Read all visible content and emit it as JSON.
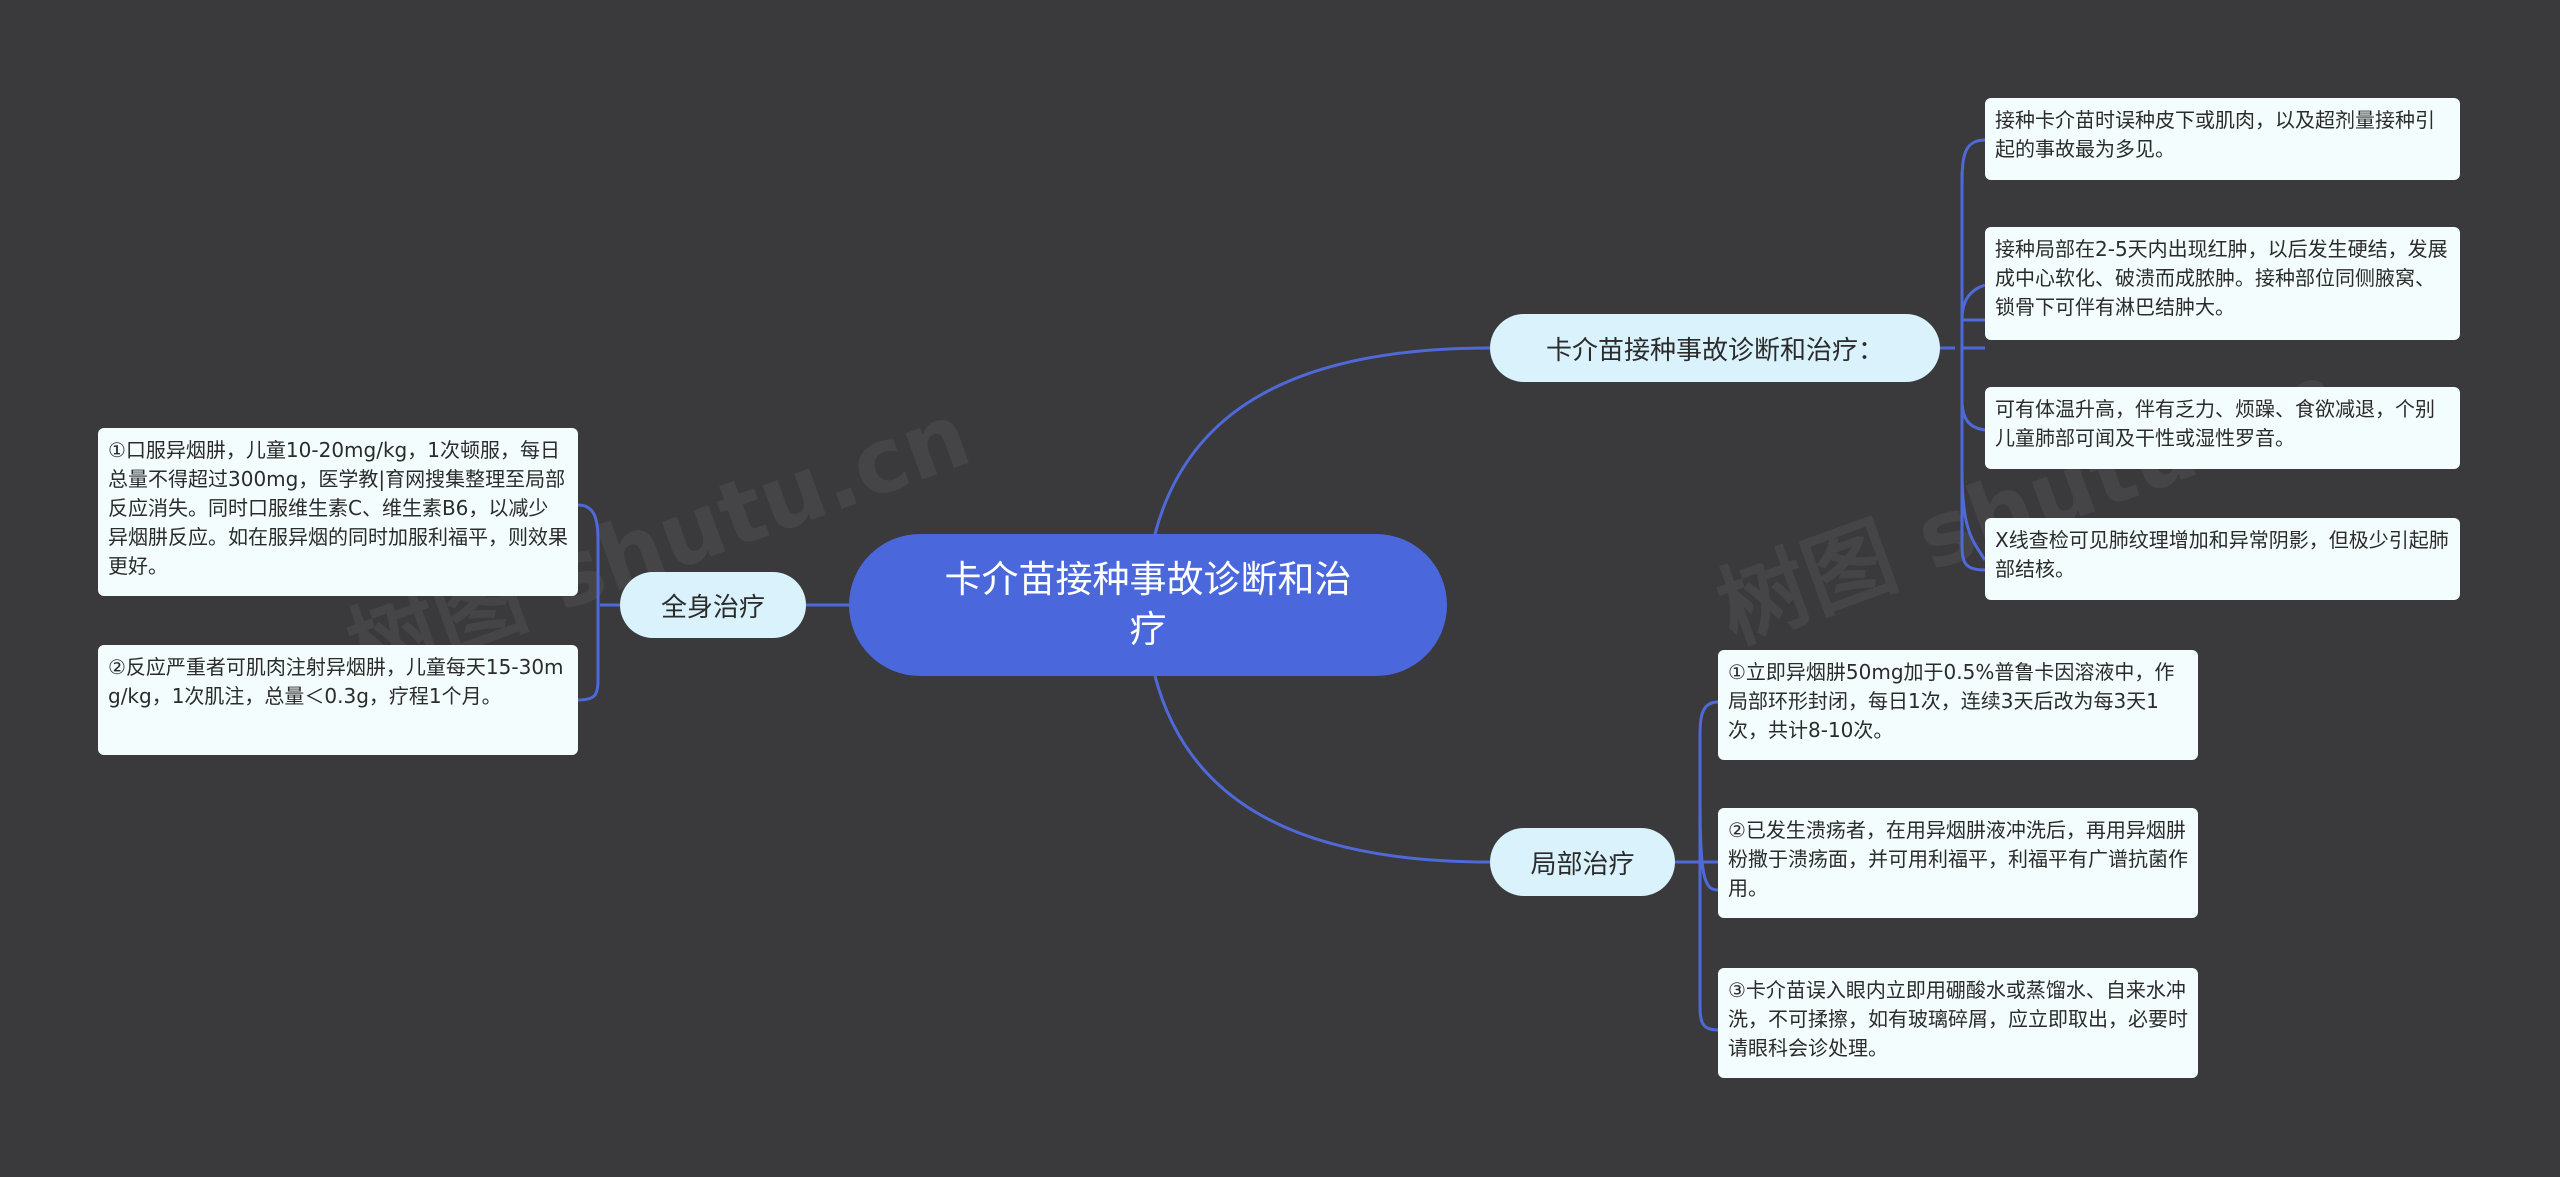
{
  "root": {
    "label": "卡介苗接种事故诊断和治疗"
  },
  "branches": {
    "diagnosis": {
      "label": "卡介苗接种事故诊断和治疗：",
      "leaves": [
        "接种卡介苗时误种皮下或肌肉，以及超剂量接种引起的事故最为多见。",
        "接种局部在2-5天内出现红肿，以后发生硬结，发展成中心软化、破溃而成脓肿。接种部位同侧腋窝、锁骨下可伴有淋巴结肿大。",
        "可有体温升高，伴有乏力、烦躁、食欲减退，个别儿童肺部可闻及干性或湿性罗音。",
        "X线查检可见肺纹理增加和异常阴影，但极少引起肺部结核。"
      ]
    },
    "local": {
      "label": "局部治疗",
      "leaves": [
        "①立即异烟肼50mg加于0.5%普鲁卡因溶液中，作局部环形封闭，每日1次，连续3天后改为每3天1次，共计8-10次。",
        "②已发生溃疡者，在用异烟肼液冲洗后，再用异烟肼粉撒于溃疡面，并可用利福平，利福平有广谱抗菌作用。",
        "③卡介苗误入眼内立即用硼酸水或蒸馏水、自来水冲洗，不可揉擦，如有玻璃碎屑，应立即取出，必要时请眼科会诊处理。"
      ]
    },
    "systemic": {
      "label": "全身治疗",
      "leaves": [
        "①口服异烟肼，儿童10-20mg/kg，1次顿服，每日总量不得超过300mg，医学教|育网搜集整理至局部反应消失。同时口服维生素C、维生素B6，以减少异烟肼反应。如在服异烟的同时加服利福平，则效果更好。",
        "②反应严重者可肌肉注射异烟肼，儿童每天15-30mg/kg，1次肌注，总量＜0.3g，疗程1个月。"
      ]
    }
  },
  "colors": {
    "background": "#3a393c",
    "root": "#4a68dc",
    "branch": "#d9f2fc",
    "leaf": "#f3fdfd",
    "connector": "#4f6ad8"
  },
  "watermark": "树图 shutu.cn"
}
